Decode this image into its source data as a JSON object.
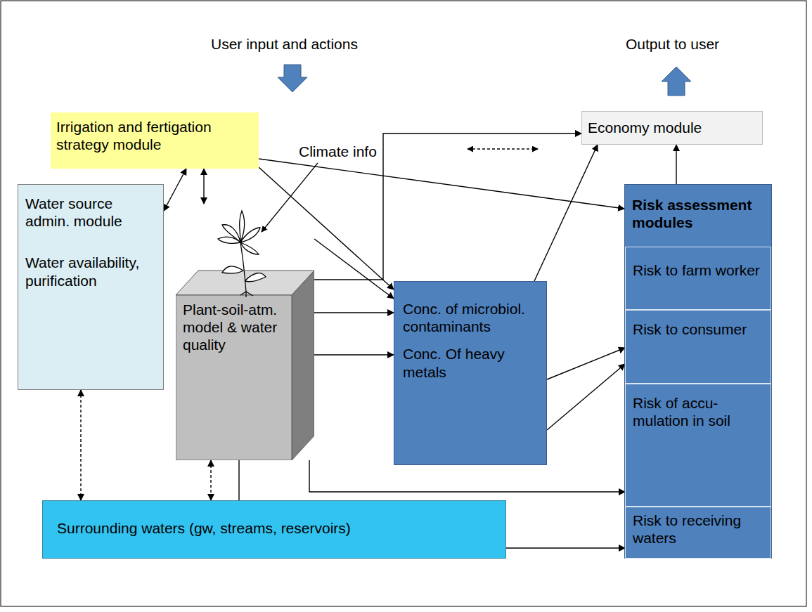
{
  "diagram": {
    "nodes": [
      {
        "text": [
          "Irrigation and fertigation strategy module"
        ]
      },
      {
        "text": [
          "Economy module"
        ]
      },
      {
        "text": [
          "Water source admin. module",
          "Water availability, purification"
        ]
      },
      {
        "text": [
          "Plant-soil-atm. model & water quality"
        ]
      },
      {
        "text": [
          "Conc. of microbiol. contaminants",
          "Conc. Of heavy metals"
        ]
      },
      {
        "text": [
          "Risk assessment modules"
        ]
      },
      {
        "text": [
          "Risk to farm worker"
        ],
        "in": 5
      },
      {
        "text": [
          "Risk to consumer"
        ],
        "in": 5
      },
      {
        "text": [
          "Risk of accu- mulation in soil"
        ],
        "in": 5
      },
      {
        "text": [
          "Risk to receiving waters"
        ],
        "in": 5
      },
      {
        "text": [
          "Surrounding waters (gw, streams, reservoirs)"
        ]
      }
    ],
    "edges": [
      {
        "from": 0,
        "to": 2,
        "arrow": "both"
      },
      {
        "from": 0,
        "to": 3,
        "arrow": "both"
      },
      {
        "from": 0,
        "to": 4,
        "arrow": "to"
      },
      {
        "from": 0,
        "to": 5,
        "arrow": "to"
      },
      {
        "from": 3,
        "to": 4,
        "arrow": "to"
      },
      {
        "from": 3,
        "to": 4,
        "arrow": "to"
      },
      {
        "from": 3,
        "to": 4,
        "arrow": "to"
      },
      {
        "from": 3,
        "to": 1,
        "arrow": "to"
      },
      {
        "from": 4,
        "to": 1,
        "arrow": "to"
      },
      {
        "from": 5,
        "to": 1,
        "arrow": "to"
      },
      {
        "from": 4,
        "to": 7,
        "arrow": "to"
      },
      {
        "from": 4,
        "to": 7,
        "arrow": "to"
      },
      {
        "from": 3,
        "to": 8,
        "arrow": "to"
      },
      {
        "from": 3,
        "to": 9,
        "arrow": "to"
      },
      {
        "from": 3,
        "to": 10,
        "arrow": "both"
      },
      {
        "from": 2,
        "to": 10,
        "arrow": "both"
      }
    ],
    "labels": [
      "User input and actions",
      "Output to user",
      "Climate info"
    ]
  }
}
